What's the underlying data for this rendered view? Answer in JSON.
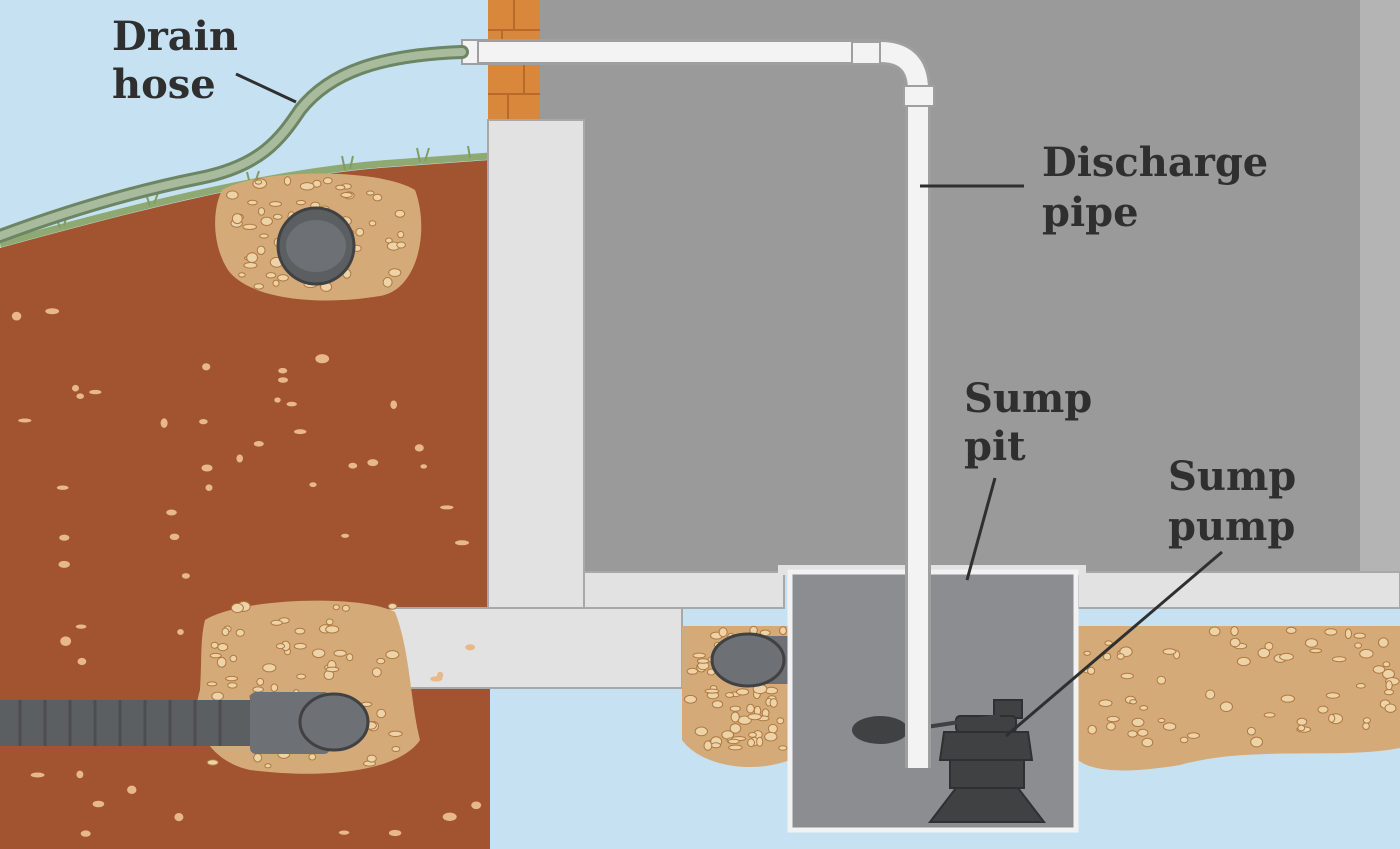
{
  "labels": {
    "drain_hose": [
      "Drain",
      "hose"
    ],
    "discharge_pipe": [
      "Discharge",
      "pipe"
    ],
    "sump_pit": [
      "Sump",
      "pit"
    ],
    "sump_pump": [
      "Sump",
      "pump"
    ]
  },
  "colors": {
    "sky": "#c6e2f2",
    "soil": "#a2532f",
    "gravel": "#d4ab78",
    "wall": "#9a9a9a",
    "concrete": "#e2e2e2",
    "pipe": "#f3f3f3",
    "drain_pipe": "#5c5f62",
    "pit_fill": "#8b8d90",
    "hose": "#8da381"
  }
}
